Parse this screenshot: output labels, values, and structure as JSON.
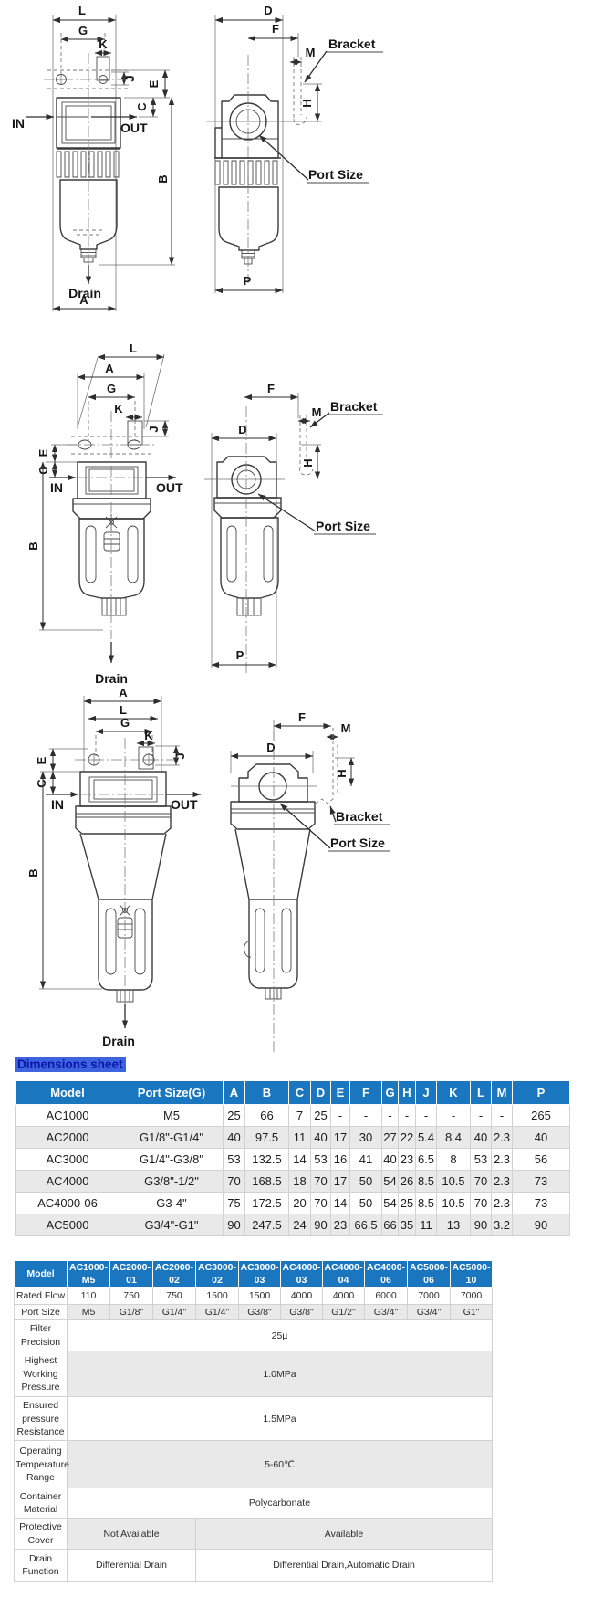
{
  "dl": {
    "L": "L",
    "A": "A",
    "G": "G",
    "K": "K",
    "J": "J",
    "E": "E",
    "C": "C",
    "B": "B",
    "D": "D",
    "F": "F",
    "M": "M",
    "H": "H",
    "P": "P",
    "in": "IN",
    "out": "OUT",
    "drain": "Drain",
    "bracket": "Bracket",
    "port_size": "Port Size"
  },
  "dimensions_sheet": {
    "title": "Dimensions sheet",
    "header": [
      "Model",
      "Port Size(G)",
      "A",
      "B",
      "C",
      "D",
      "E",
      "F",
      "G",
      "H",
      "J",
      "K",
      "L",
      "M",
      "P"
    ],
    "rows": [
      [
        "AC1000",
        "M5",
        "25",
        "66",
        "7",
        "25",
        "-",
        "-",
        "-",
        "-",
        "-",
        "-",
        "-",
        "-",
        "265"
      ],
      [
        "AC2000",
        "G1/8\"-G1/4\"",
        "40",
        "97.5",
        "11",
        "40",
        "17",
        "30",
        "27",
        "22",
        "5.4",
        "8.4",
        "40",
        "2.3",
        "40"
      ],
      [
        "AC3000",
        "G1/4\"-G3/8\"",
        "53",
        "132.5",
        "14",
        "53",
        "16",
        "41",
        "40",
        "23",
        "6.5",
        "8",
        "53",
        "2.3",
        "56"
      ],
      [
        "AC4000",
        "G3/8\"-1/2\"",
        "70",
        "168.5",
        "18",
        "70",
        "17",
        "50",
        "54",
        "26",
        "8.5",
        "10.5",
        "70",
        "2.3",
        "73"
      ],
      [
        "AC4000-06",
        "G3-4\"",
        "75",
        "172.5",
        "20",
        "70",
        "14",
        "50",
        "54",
        "25",
        "8.5",
        "10.5",
        "70",
        "2.3",
        "73"
      ],
      [
        "AC5000",
        "G3/4\"-G1\"",
        "90",
        "247.5",
        "24",
        "90",
        "23",
        "66.5",
        "66",
        "35",
        "11",
        "13",
        "90",
        "3.2",
        "90"
      ]
    ]
  },
  "spec": {
    "corner": "Model",
    "models": [
      {
        "a": "AC1000-",
        "b": "M5"
      },
      {
        "a": "AC2000-",
        "b": "01"
      },
      {
        "a": "AC2000-",
        "b": "02"
      },
      {
        "a": "AC3000-",
        "b": "02"
      },
      {
        "a": "AC3000-",
        "b": "03"
      },
      {
        "a": "AC4000-",
        "b": "03"
      },
      {
        "a": "AC4000-",
        "b": "04"
      },
      {
        "a": "AC4000-",
        "b": "06"
      },
      {
        "a": "AC5000-",
        "b": "06"
      },
      {
        "a": "AC5000-",
        "b": "10"
      }
    ],
    "rated": {
      "label": "Rated Flow",
      "v": [
        "110",
        "750",
        "750",
        "1500",
        "1500",
        "4000",
        "4000",
        "6000",
        "7000",
        "7000"
      ]
    },
    "port": {
      "label": "Port Size",
      "v": [
        "M5",
        "G1/8\"",
        "G1/4\"",
        "G1/4\"",
        "G3/8\"",
        "G3/8\"",
        "G1/2\"",
        "G3/4\"",
        "G3/4\"",
        "G1\""
      ]
    },
    "filter": {
      "label": "Filter Precision",
      "value": "25µ"
    },
    "pressure": {
      "label": "Highest Working Pressure",
      "value": "1.0MPa"
    },
    "resist": {
      "label": "Ensured pressure Resistance",
      "value": "1.5MPa"
    },
    "temp": {
      "label": "Operating Temperature Range",
      "value": "5-60℃"
    },
    "material": {
      "label": "Container Material",
      "value": "Polycarbonate"
    },
    "cover": {
      "label": "Protective Cover",
      "left": "Not Available",
      "right": "Available"
    },
    "drain": {
      "label": "Drain Function",
      "left": "Differential Drain",
      "right": "Differential Drain,Automatic Drain"
    }
  },
  "colors": {
    "table_header_bg": "#1a76be",
    "row_alt": "#e9e9e9",
    "title_bg": "#3e63de",
    "title_text": "#0b16ad"
  }
}
